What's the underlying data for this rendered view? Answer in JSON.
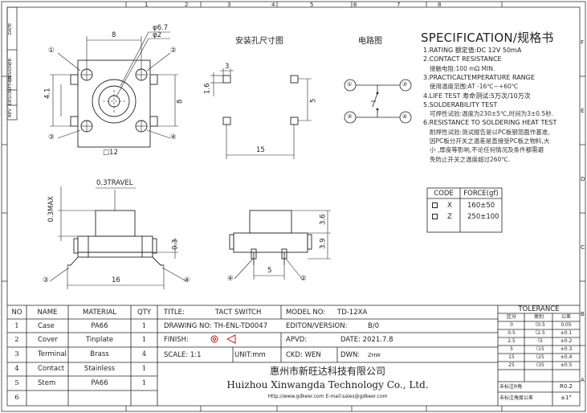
{
  "border_numbers": {
    "top": [
      "1",
      "2",
      "3",
      "4",
      "5",
      "6",
      "7",
      "8"
    ],
    "right": [
      "F",
      "E",
      "D",
      "C",
      "B",
      "A"
    ]
  },
  "side_header": [
    "REV",
    "DESCRIPTION",
    "DESIGNER",
    "DATE"
  ],
  "drawing": {
    "top_view": {
      "width_dim": "8",
      "hole_dia_outer": "φ6.7",
      "hole_dia_inner": "φ2",
      "side_dim": "4.1",
      "right_dim": "8",
      "base_dim": "□12",
      "pins": [
        "①",
        "②",
        "③",
        "④"
      ]
    },
    "footprint": {
      "title": "安装孔尺寸图",
      "dim_3": "3",
      "dim_16": "1.6",
      "dim_5": "5",
      "dim_15": "15"
    },
    "circuit": {
      "title": "电路图",
      "pins": [
        "①",
        "②",
        "③",
        "④"
      ]
    },
    "front_view": {
      "travel": "0.3TRAVEL",
      "max": "0.3MAX",
      "dim_03": "0.3",
      "dim_16": "16",
      "pins": [
        "③",
        "④"
      ]
    },
    "side_view": {
      "dim_36": "3.6",
      "dim_39": "3.9",
      "dim_5": "5",
      "pins": [
        "④",
        "②"
      ]
    }
  },
  "spec": {
    "title": "SPECIFICATION/规格书",
    "lines": [
      {
        "text": "1.RATING  额定值:DC 12V 50mA",
        "cn": false
      },
      {
        "text": "2.CONTACT RESISTANCE",
        "cn": false
      },
      {
        "text": "接触电阻:100 mΩ MIN.",
        "cn": true
      },
      {
        "text": "3.PRACTICALTEMPERATURE RANGE",
        "cn": false
      },
      {
        "text": "使用温度范围:AT -16℃~+60℃",
        "cn": true
      },
      {
        "text": "4.LIFE TEST  寿命测试:5万次/10万次",
        "cn": false
      },
      {
        "text": "5.SOLDERABILITY TEST",
        "cn": false
      },
      {
        "text": "可焊性试验:温度为230±5℃,时间为3±0.5秒.",
        "cn": true
      },
      {
        "text": "6.RESISTANCE TO SOLDERING HEAT TEST",
        "cn": false
      },
      {
        "text": "耐焊性试验:测试报告是以PC板钢箔面作基准,",
        "cn": true
      },
      {
        "text": "因PC板分开关之温差是直接受PC板之物料,大",
        "cn": true
      },
      {
        "text": "小 ,厚度等影响,不论任何情况及条件都需避",
        "cn": true
      },
      {
        "text": "免防止开关之温度超过260℃.",
        "cn": true
      }
    ]
  },
  "force_table": {
    "headers": [
      "CODE",
      "FORCE(gf)"
    ],
    "rows": [
      {
        "code": "X",
        "force": "160±50"
      },
      {
        "code": "Z",
        "force": "250±100"
      }
    ]
  },
  "bom": {
    "headers": [
      "NO",
      "NAME",
      "MATERIAL",
      "QTY"
    ],
    "rows": [
      {
        "no": "1",
        "name": "Case",
        "material": "PA66",
        "qty": "1"
      },
      {
        "no": "2",
        "name": "Cover",
        "material": "Tinplate",
        "qty": "1"
      },
      {
        "no": "3",
        "name": "Terminal",
        "material": "Brass",
        "qty": "4"
      },
      {
        "no": "4",
        "name": "Contact",
        "material": "Stainless",
        "qty": "1"
      },
      {
        "no": "5",
        "name": "Stem",
        "material": "PA66",
        "qty": "1"
      },
      {
        "no": "6",
        "name": "",
        "material": "",
        "qty": ""
      }
    ]
  },
  "title_block": {
    "title_label": "TITLE:",
    "title_value": "TACT SWITCH",
    "model_label": "MODEL NO:",
    "model_value": "TD-12XA",
    "drawing_no": "DRAWING NO: TH-ENL-TD0047",
    "edition_label": "EDITON/VERSION:",
    "edition_value": "B/0",
    "finish": "FINISH:",
    "apvd": "APVD:",
    "date": "DATE: 2021.7.8",
    "scale": "SCALE: 1:1",
    "unit": "UNIT:mm",
    "ckd": "CKD: WEN",
    "dwn": "DWN:",
    "dwn_value": "ZHW",
    "company_cn": "惠州市新旺达科技有限公司",
    "company_en": "Huizhou Xinwangda Technology Co., Ltd.",
    "contact": "Http://www.gdkeer.com    E-mail:sales@gdkeer.com"
  },
  "tolerance": {
    "title": "TOLERANCE",
    "headers": [
      "区分",
      "类别",
      "公差"
    ],
    "rows": [
      [
        "0",
        "〈0.5",
        "0.05"
      ],
      [
        "0.5",
        "〈2.5",
        "±0.1"
      ],
      [
        "2.5",
        "〈5",
        "±0.2"
      ],
      [
        "5",
        "〈15",
        "±0.3"
      ],
      [
        "15",
        "〈25",
        "±0.4"
      ],
      [
        "25",
        "〈35",
        "±0.5"
      ]
    ],
    "r_label": "未标注R角",
    "r_value": "R0.2",
    "angle_label": "未标注角度公差",
    "angle_value": "±1°"
  }
}
